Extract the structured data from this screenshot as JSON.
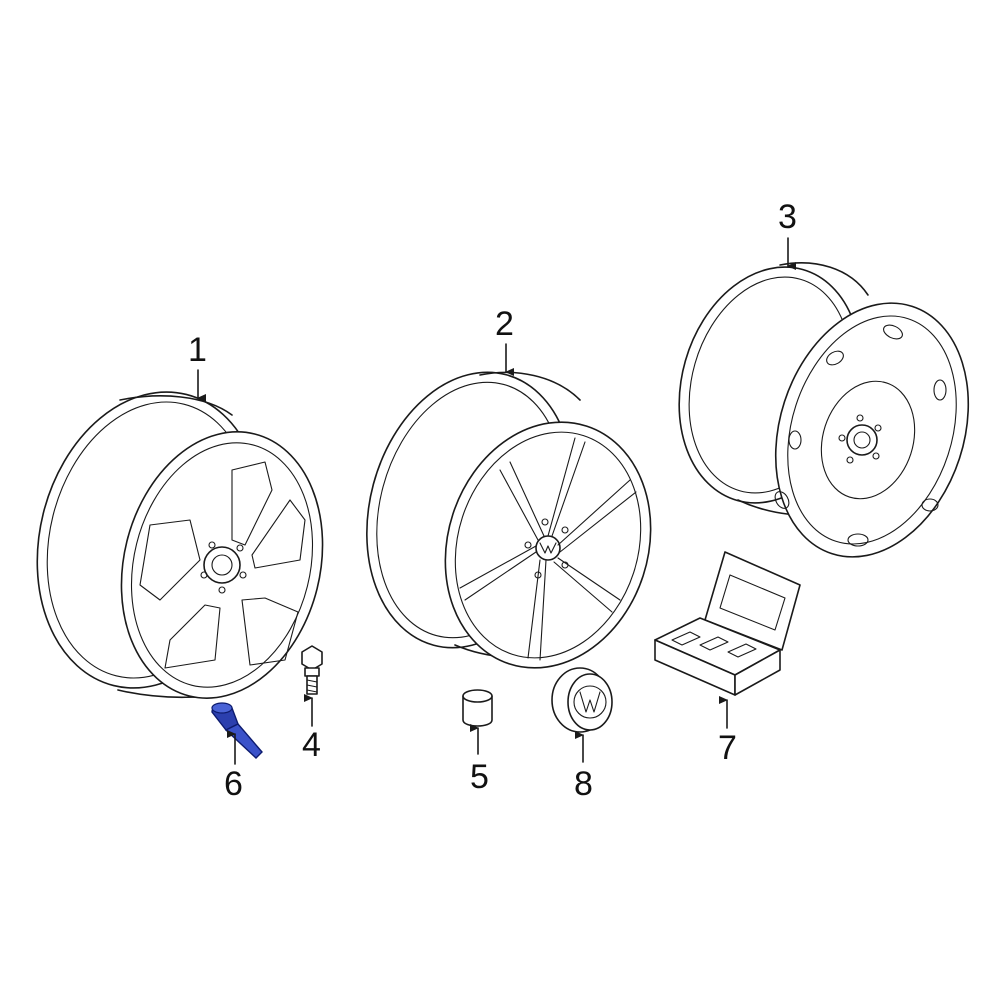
{
  "diagram": {
    "background": "#ffffff",
    "line_color": "#1a1a1a",
    "highlight_color": "#2b3fae",
    "parts": [
      {
        "id": "1",
        "label": "1",
        "name": "alloy-wheel-5-spoke"
      },
      {
        "id": "2",
        "label": "2",
        "name": "alloy-wheel-double-spoke"
      },
      {
        "id": "3",
        "label": "3",
        "name": "steel-wheel"
      },
      {
        "id": "4",
        "label": "4",
        "name": "wheel-bolt"
      },
      {
        "id": "5",
        "label": "5",
        "name": "cap-sleeve"
      },
      {
        "id": "6",
        "label": "6",
        "name": "valve-stem",
        "highlighted": true
      },
      {
        "id": "7",
        "label": "7",
        "name": "lock-bolt-kit-case"
      },
      {
        "id": "8",
        "label": "8",
        "name": "center-cap"
      }
    ]
  }
}
